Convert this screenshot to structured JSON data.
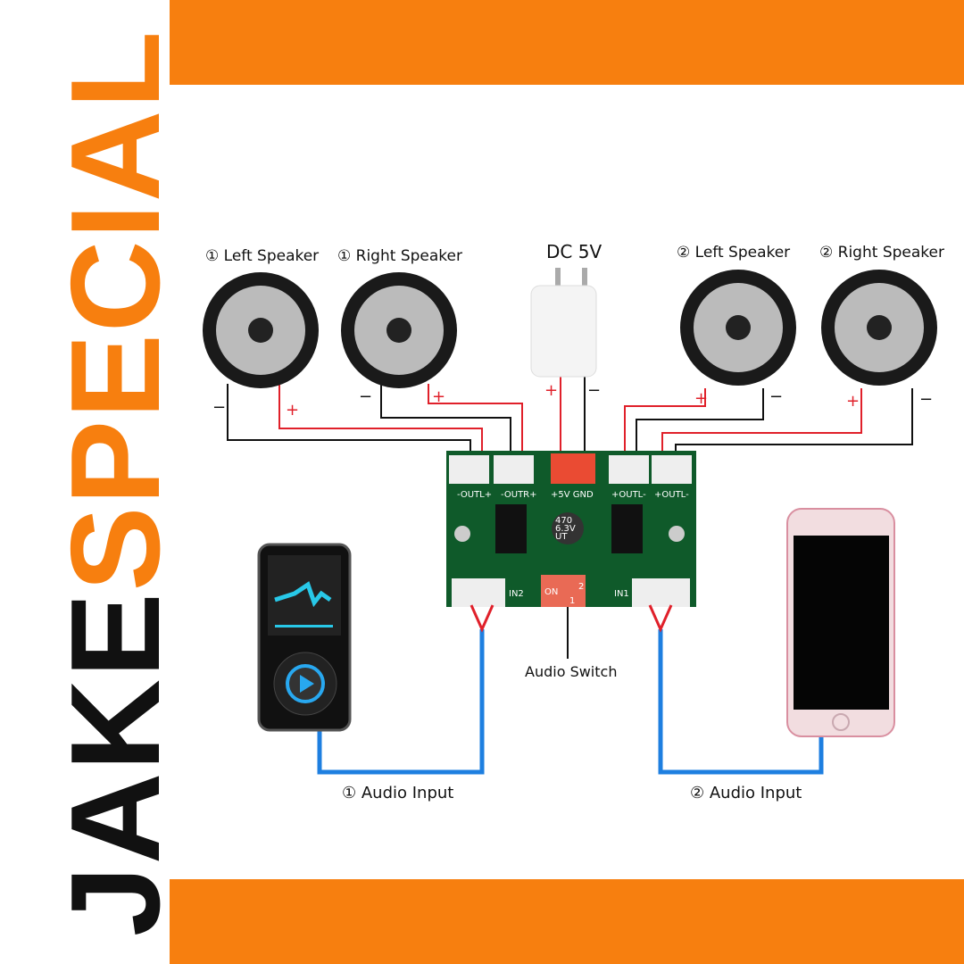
{
  "logo": {
    "part1": "JAKE",
    "part2": "SPECIAL"
  },
  "labels": {
    "spk1_left": "① Left Speaker",
    "spk1_right": "① Right Speaker",
    "dc": "DC 5V",
    "spk2_left": "② Left Speaker",
    "spk2_right": "② Right Speaker",
    "switch": "Audio Switch",
    "input1": "① Audio Input",
    "input2": "② Audio Input"
  },
  "board": {
    "c1": "-OUTL+",
    "c2": "-OUTR+",
    "power": "+5V GND",
    "c3": "+OUTL-",
    "c4": "+OUTL-",
    "in2": "IN2",
    "in1": "IN1",
    "on": "ON",
    "s1": "1",
    "s2": "2",
    "cap1": "470",
    "cap2": "6.3V",
    "cap3": "UT"
  },
  "signs": {
    "plus": "+",
    "minus": "−"
  },
  "colors": {
    "orange": "#f77f0f",
    "red": "#e0202a",
    "blue": "#1e7fe0",
    "pcb": "#0f5a2a"
  }
}
